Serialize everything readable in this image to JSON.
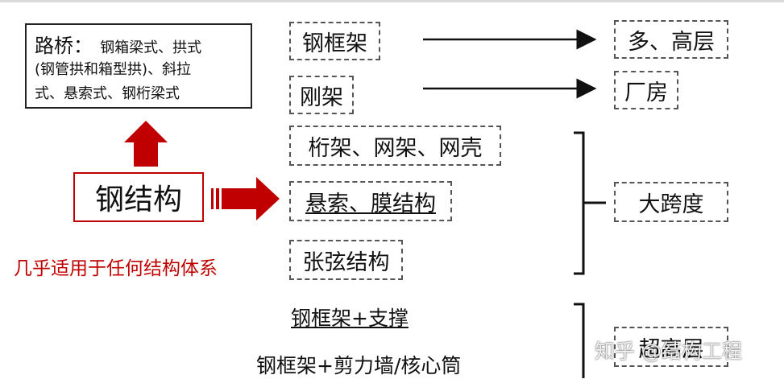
{
  "bridges": {
    "title": "路桥：",
    "line1": "钢箱梁式、拱式",
    "line2": "(钢管拱和箱型拱)、斜拉",
    "line3": "式、悬索式、钢桁梁式"
  },
  "center": {
    "label": "钢结构",
    "caption": "几乎适用于任何结构体系"
  },
  "systems": {
    "steel_frame": "钢框架",
    "rigid_frame": "刚架",
    "truss_grid_shell": "桁架、网架、网壳",
    "cable_membrane": "悬索、膜结构",
    "string_beam": "张弦结构",
    "frame_brace": "钢框架+支撑",
    "frame_wall_core": "钢框架+剪力墙/核心筒"
  },
  "uses": {
    "multi_high_rise": "多、高层",
    "factory": "厂房",
    "large_span": "大跨度",
    "partial_highrise": "超高层"
  },
  "watermark": "知乎 @结构工程",
  "colors": {
    "red": "#c00000",
    "dash": "#555555"
  }
}
